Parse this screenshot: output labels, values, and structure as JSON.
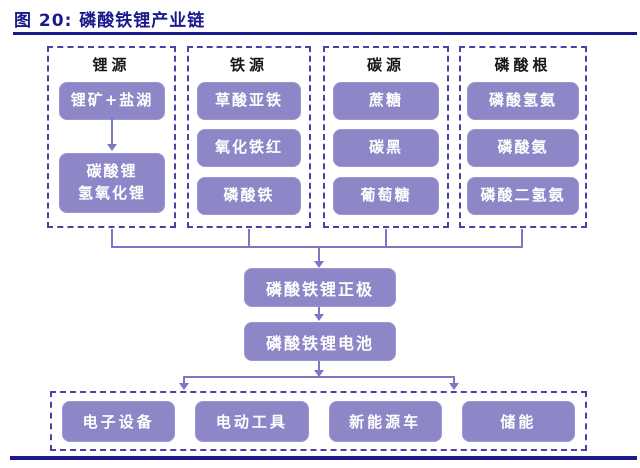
{
  "figure": {
    "title": "图 20: 磷酸铁锂产业链"
  },
  "chain": {
    "source_columns": [
      {
        "header": "锂源",
        "nodes": [
          "锂矿+盐湖",
          "碳酸锂",
          "氢氧化锂"
        ]
      },
      {
        "header": "铁源",
        "nodes": [
          "草酸亚铁",
          "氧化铁红",
          "磷酸铁"
        ]
      },
      {
        "header": "碳源",
        "nodes": [
          "蔗糖",
          "碳黑",
          "葡萄糖"
        ]
      },
      {
        "header": "磷酸根",
        "nodes": [
          "磷酸氢氨",
          "磷酸氨",
          "磷酸二氢氨"
        ]
      }
    ],
    "midstream": [
      "磷酸铁锂正极",
      "磷酸铁锂电池"
    ],
    "applications": [
      "电子设备",
      "电动工具",
      "新能源车",
      "储能"
    ]
  },
  "colors": {
    "title_navy": "#1a1a8c",
    "dashed_border": "#4742a7",
    "node_fill": "#8d87c7",
    "connector": "#7d76c2",
    "node_text": "#ffffff",
    "header_text": "#161616"
  }
}
